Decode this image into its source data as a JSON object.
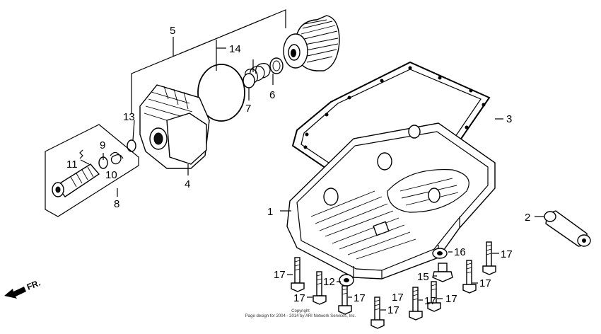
{
  "diagram": {
    "callouts": {
      "c1": "1",
      "c2": "2",
      "c3": "3",
      "c4": "4",
      "c5": "5",
      "c6": "6",
      "c7": "7",
      "c8": "8",
      "c9": "9",
      "c10": "10",
      "c11": "11",
      "c12": "12",
      "c13": "13",
      "c14": "14",
      "c15": "15",
      "c16": "16",
      "c17a": "17",
      "c17b": "17",
      "c17c": "17",
      "c17d": "17",
      "c17e": "17",
      "c17f": "17",
      "c17g": "17",
      "c17h": "17",
      "c17i": "17"
    },
    "direction_label": "FR.",
    "copyright_line1": "Copyright",
    "copyright_line2": "Page design for 2004 - 2014 by ARI Network Services, Inc."
  }
}
